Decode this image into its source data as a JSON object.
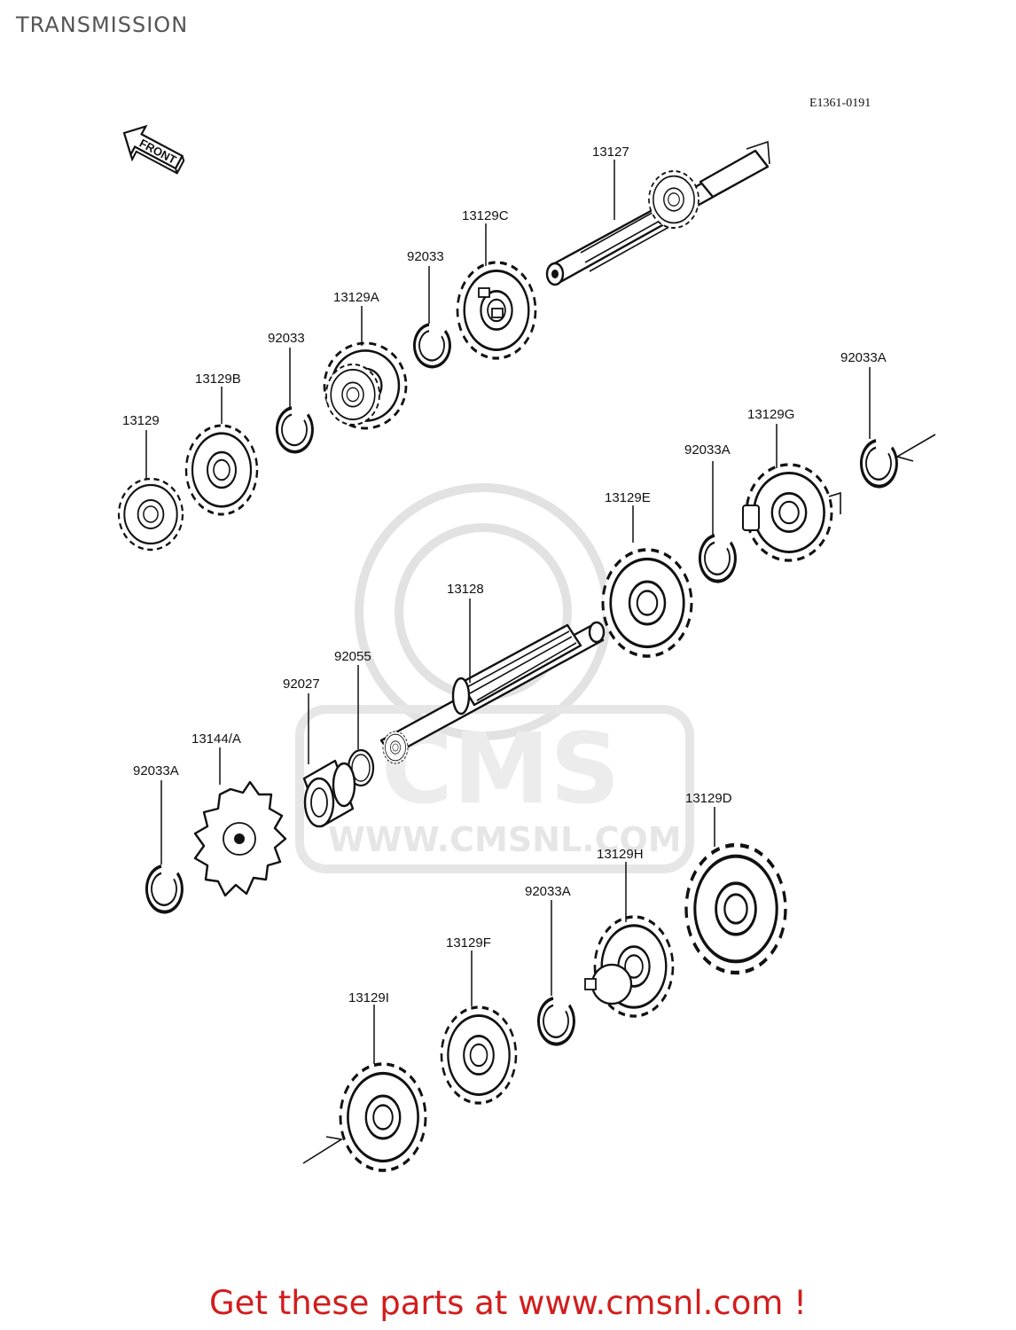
{
  "title": "TRANSMISSION",
  "ref_code": "E1361-0191",
  "front_label": "FRONT",
  "watermark": {
    "brand": "CMS",
    "url": "WWW.CMSNL.COM"
  },
  "footer": "Get these parts at www.cmsnl.com !",
  "parts": [
    {
      "id": "p13127",
      "label": "13127"
    },
    {
      "id": "p13129C",
      "label": "13129C"
    },
    {
      "id": "p92033a",
      "label": "92033"
    },
    {
      "id": "p13129A",
      "label": "13129A"
    },
    {
      "id": "p92033b",
      "label": "92033"
    },
    {
      "id": "p13129B",
      "label": "13129B"
    },
    {
      "id": "p13129",
      "label": "13129"
    },
    {
      "id": "p92033A_top",
      "label": "92033A"
    },
    {
      "id": "p13129G",
      "label": "13129G"
    },
    {
      "id": "p92033A_mid",
      "label": "92033A"
    },
    {
      "id": "p13129E",
      "label": "13129E"
    },
    {
      "id": "p13128",
      "label": "13128"
    },
    {
      "id": "p92055",
      "label": "92055"
    },
    {
      "id": "p92027",
      "label": "92027"
    },
    {
      "id": "p13144A",
      "label": "13144/A"
    },
    {
      "id": "p92033A_left",
      "label": "92033A"
    },
    {
      "id": "p13129D",
      "label": "13129D"
    },
    {
      "id": "p13129H",
      "label": "13129H"
    },
    {
      "id": "p92033A_low",
      "label": "92033A"
    },
    {
      "id": "p13129F",
      "label": "13129F"
    },
    {
      "id": "p13129I",
      "label": "13129I"
    }
  ]
}
